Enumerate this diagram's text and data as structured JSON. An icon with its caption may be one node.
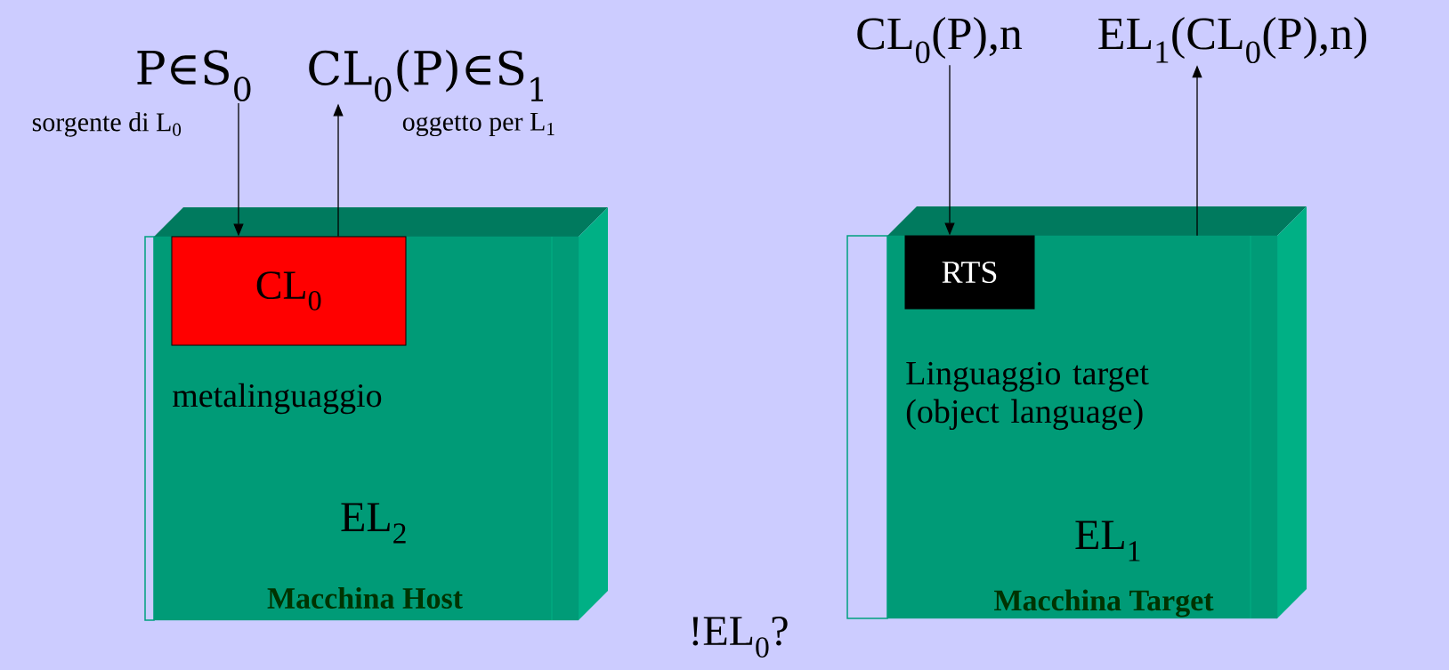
{
  "diagram": {
    "nodes": [
      {
        "text": [
          "metalinguaggio",
          "EL$_{2}$",
          "Macchina Host"
        ]
      },
      {
        "text": [
          "CL$_{0}$"
        ],
        "in": 0
      },
      {
        "text": [
          "Linguaggio target (object language)",
          "EL$_{1}$",
          "Macchina Target"
        ]
      },
      {
        "text": [
          "RTS"
        ],
        "in": 2
      },
      {
        "text": [
          "P∈S$_{0}$"
        ],
        "beside": [
          "sorgente di L$_{0}$"
        ]
      },
      {
        "text": [
          "CL$_{0}$(P)∈S$_{1}$"
        ],
        "beside": [
          "oggetto per L$_{1}$"
        ]
      },
      {
        "text": [
          "CL$_{0}$(P),n"
        ]
      },
      {
        "text": [
          "EL$_{1}$(CL$_{0}$(P),n)"
        ]
      }
    ],
    "edges": [
      {
        "from": 4,
        "to": 1,
        "arrow": "to"
      },
      {
        "from": 1,
        "to": 5,
        "arrow": "to"
      },
      {
        "from": 6,
        "to": 3,
        "arrow": "to"
      },
      {
        "from": 2,
        "to": 7,
        "arrow": "to"
      }
    ],
    "labels": [
      "!EL$_{0}$?"
    ]
  }
}
